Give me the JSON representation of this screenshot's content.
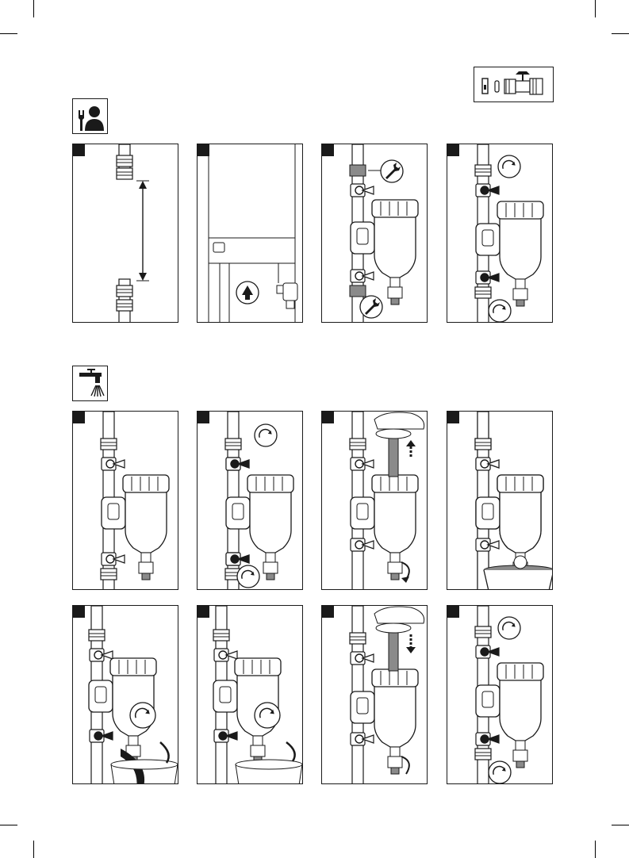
{
  "page": {
    "section_install": {
      "icon": "installer-wrench-person-icon"
    },
    "section_service": {
      "icon": "water-tap-icon"
    },
    "valve_set_icon": "ball-valve-set-icon"
  },
  "colors": {
    "ink": "#1a1a1a",
    "paper": "#ffffff",
    "grey": "#8a8a8a",
    "light": "#e6e6e6"
  },
  "panels": [
    {
      "id": "install-step-1",
      "scene": "pipe-measure"
    },
    {
      "id": "install-step-2",
      "scene": "boiler-filter"
    },
    {
      "id": "install-step-3",
      "scene": "wrench-fit"
    },
    {
      "id": "install-step-4",
      "scene": "open-valves"
    },
    {
      "id": "service-step-1",
      "scene": "filter"
    },
    {
      "id": "service-step-2",
      "scene": "close-valves"
    },
    {
      "id": "service-step-3",
      "scene": "remove-magnet"
    },
    {
      "id": "service-step-4",
      "scene": "bucket"
    },
    {
      "id": "service-step-5",
      "scene": "drain-open"
    },
    {
      "id": "service-step-6",
      "scene": "drain-close"
    },
    {
      "id": "service-step-7",
      "scene": "insert-magnet"
    },
    {
      "id": "service-step-8",
      "scene": "reopen-valves"
    }
  ]
}
